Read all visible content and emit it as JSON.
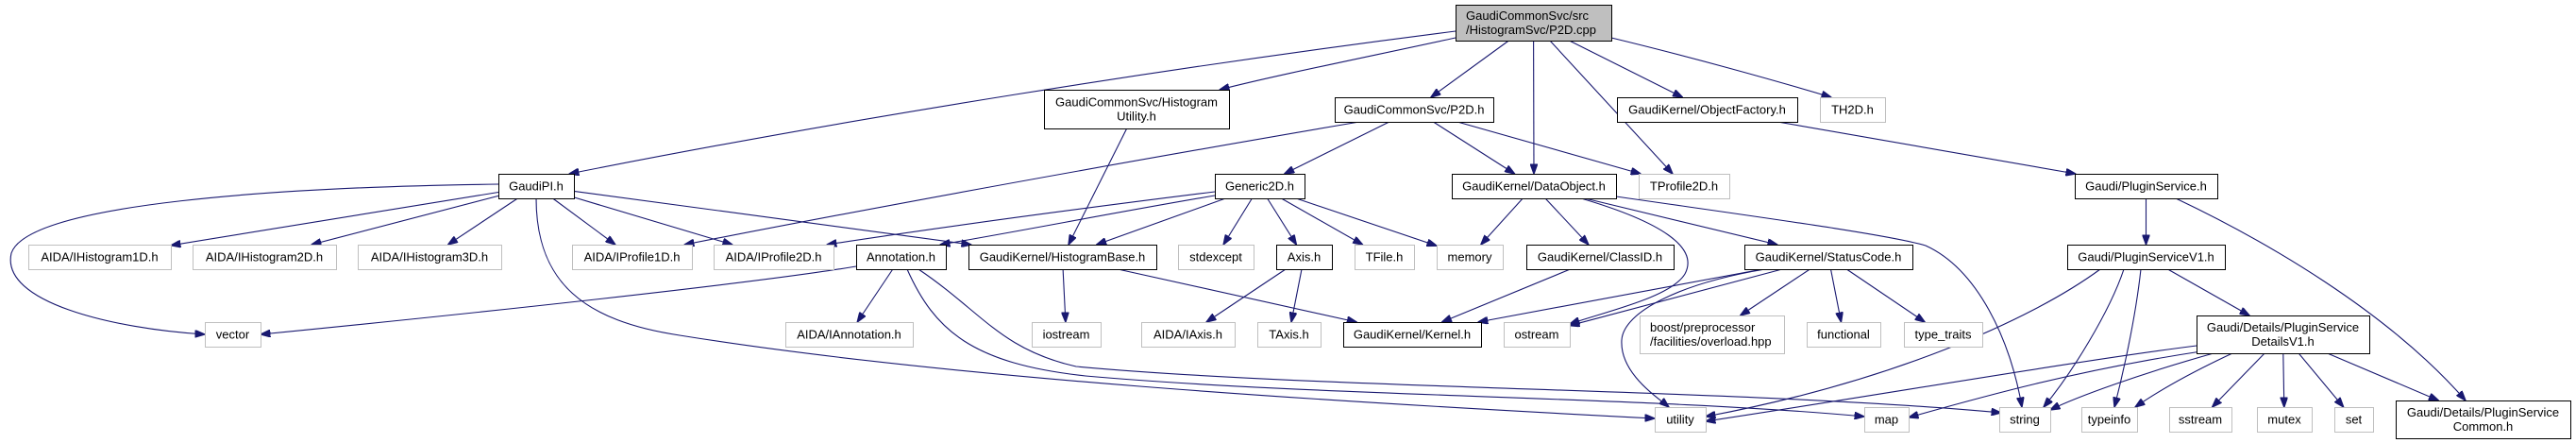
{
  "diagram": {
    "colors": {
      "background": "#ffffff",
      "edge": "#191970",
      "root_fill": "#bfbfbf",
      "node_fill": "#ffffff",
      "documented_border": "#000000",
      "external_border": "#bfbfbf",
      "text": "#000000"
    },
    "nodes": [
      {
        "lines": [
          "GaudiCommonSvc/src",
          "/HistogramSvc/P2D.cpp"
        ],
        "kind": "root"
      },
      {
        "lines": [
          "GaudiCommonSvc/Histogram",
          "Utility.h"
        ],
        "kind": "documented"
      },
      {
        "lines": [
          "GaudiCommonSvc/P2D.h"
        ],
        "kind": "documented"
      },
      {
        "lines": [
          "GaudiKernel/ObjectFactory.h"
        ],
        "kind": "documented"
      },
      {
        "lines": [
          "TH2D.h"
        ],
        "kind": "external"
      },
      {
        "lines": [
          "GaudiPI.h"
        ],
        "kind": "documented"
      },
      {
        "lines": [
          "Generic2D.h"
        ],
        "kind": "documented"
      },
      {
        "lines": [
          "GaudiKernel/DataObject.h"
        ],
        "kind": "documented"
      },
      {
        "lines": [
          "TProfile2D.h"
        ],
        "kind": "external"
      },
      {
        "lines": [
          "Gaudi/PluginService.h"
        ],
        "kind": "documented"
      },
      {
        "lines": [
          "AIDA/IHistogram1D.h"
        ],
        "kind": "external"
      },
      {
        "lines": [
          "AIDA/IHistogram2D.h"
        ],
        "kind": "external"
      },
      {
        "lines": [
          "AIDA/IHistogram3D.h"
        ],
        "kind": "external"
      },
      {
        "lines": [
          "AIDA/IProfile1D.h"
        ],
        "kind": "external"
      },
      {
        "lines": [
          "AIDA/IProfile2D.h"
        ],
        "kind": "external"
      },
      {
        "lines": [
          "Annotation.h"
        ],
        "kind": "documented"
      },
      {
        "lines": [
          "GaudiKernel/HistogramBase.h"
        ],
        "kind": "documented"
      },
      {
        "lines": [
          "stdexcept"
        ],
        "kind": "external"
      },
      {
        "lines": [
          "Axis.h"
        ],
        "kind": "documented"
      },
      {
        "lines": [
          "TFile.h"
        ],
        "kind": "external"
      },
      {
        "lines": [
          "memory"
        ],
        "kind": "external"
      },
      {
        "lines": [
          "GaudiKernel/ClassID.h"
        ],
        "kind": "documented"
      },
      {
        "lines": [
          "GaudiKernel/StatusCode.h"
        ],
        "kind": "documented"
      },
      {
        "lines": [
          "Gaudi/PluginServiceV1.h"
        ],
        "kind": "documented"
      },
      {
        "lines": [
          "vector"
        ],
        "kind": "external"
      },
      {
        "lines": [
          "AIDA/IAnnotation.h"
        ],
        "kind": "external"
      },
      {
        "lines": [
          "iostream"
        ],
        "kind": "external"
      },
      {
        "lines": [
          "AIDA/IAxis.h"
        ],
        "kind": "external"
      },
      {
        "lines": [
          "TAxis.h"
        ],
        "kind": "external"
      },
      {
        "lines": [
          "GaudiKernel/Kernel.h"
        ],
        "kind": "documented"
      },
      {
        "lines": [
          "ostream"
        ],
        "kind": "external"
      },
      {
        "lines": [
          "boost/preprocessor",
          "/facilities/overload.hpp"
        ],
        "kind": "external"
      },
      {
        "lines": [
          "functional"
        ],
        "kind": "external"
      },
      {
        "lines": [
          "type_traits"
        ],
        "kind": "external"
      },
      {
        "lines": [
          "Gaudi/Details/PluginService",
          "DetailsV1.h"
        ],
        "kind": "documented"
      },
      {
        "lines": [
          "utility"
        ],
        "kind": "external"
      },
      {
        "lines": [
          "map"
        ],
        "kind": "external"
      },
      {
        "lines": [
          "string"
        ],
        "kind": "external"
      },
      {
        "lines": [
          "typeinfo"
        ],
        "kind": "external"
      },
      {
        "lines": [
          "sstream"
        ],
        "kind": "external"
      },
      {
        "lines": [
          "mutex"
        ],
        "kind": "external"
      },
      {
        "lines": [
          "set"
        ],
        "kind": "external"
      },
      {
        "lines": [
          "Gaudi/Details/PluginService",
          "Common.h"
        ],
        "kind": "documented"
      }
    ],
    "edges": [
      {
        "from": "GaudiCommonSvc/src/HistogramSvc/P2D.cpp",
        "to": "GaudiPI.h"
      },
      {
        "from": "GaudiCommonSvc/src/HistogramSvc/P2D.cpp",
        "to": "GaudiCommonSvc/HistogramUtility.h"
      },
      {
        "from": "GaudiCommonSvc/src/HistogramSvc/P2D.cpp",
        "to": "GaudiCommonSvc/P2D.h"
      },
      {
        "from": "GaudiCommonSvc/src/HistogramSvc/P2D.cpp",
        "to": "GaudiKernel/DataObject.h"
      },
      {
        "from": "GaudiCommonSvc/src/HistogramSvc/P2D.cpp",
        "to": "TProfile2D.h"
      },
      {
        "from": "GaudiCommonSvc/src/HistogramSvc/P2D.cpp",
        "to": "GaudiKernel/ObjectFactory.h"
      },
      {
        "from": "GaudiCommonSvc/src/HistogramSvc/P2D.cpp",
        "to": "TH2D.h"
      },
      {
        "from": "GaudiCommonSvc/HistogramUtility.h",
        "to": "GaudiKernel/HistogramBase.h"
      },
      {
        "from": "GaudiCommonSvc/P2D.h",
        "to": "AIDA/IProfile1D.h"
      },
      {
        "from": "GaudiCommonSvc/P2D.h",
        "to": "Generic2D.h"
      },
      {
        "from": "GaudiCommonSvc/P2D.h",
        "to": "GaudiKernel/DataObject.h"
      },
      {
        "from": "GaudiCommonSvc/P2D.h",
        "to": "TProfile2D.h"
      },
      {
        "from": "GaudiKernel/ObjectFactory.h",
        "to": "Gaudi/PluginService.h"
      },
      {
        "from": "GaudiPI.h",
        "to": "vector"
      },
      {
        "from": "GaudiPI.h",
        "to": "AIDA/IHistogram1D.h"
      },
      {
        "from": "GaudiPI.h",
        "to": "AIDA/IHistogram2D.h"
      },
      {
        "from": "GaudiPI.h",
        "to": "AIDA/IHistogram3D.h"
      },
      {
        "from": "GaudiPI.h",
        "to": "AIDA/IProfile1D.h"
      },
      {
        "from": "GaudiPI.h",
        "to": "AIDA/IProfile2D.h"
      },
      {
        "from": "GaudiPI.h",
        "to": "GaudiKernel/HistogramBase.h"
      },
      {
        "from": "GaudiPI.h",
        "to": "utility"
      },
      {
        "from": "Generic2D.h",
        "to": "AIDA/IProfile2D.h"
      },
      {
        "from": "Generic2D.h",
        "to": "Annotation.h"
      },
      {
        "from": "Generic2D.h",
        "to": "GaudiKernel/HistogramBase.h"
      },
      {
        "from": "Generic2D.h",
        "to": "stdexcept"
      },
      {
        "from": "Generic2D.h",
        "to": "Axis.h"
      },
      {
        "from": "Generic2D.h",
        "to": "TFile.h"
      },
      {
        "from": "Generic2D.h",
        "to": "memory"
      },
      {
        "from": "GaudiKernel/DataObject.h",
        "to": "memory"
      },
      {
        "from": "GaudiKernel/DataObject.h",
        "to": "GaudiKernel/ClassID.h"
      },
      {
        "from": "GaudiKernel/DataObject.h",
        "to": "GaudiKernel/StatusCode.h"
      },
      {
        "from": "GaudiKernel/DataObject.h",
        "to": "ostream"
      },
      {
        "from": "GaudiKernel/DataObject.h",
        "to": "string"
      },
      {
        "from": "Gaudi/PluginService.h",
        "to": "Gaudi/PluginServiceV1.h"
      },
      {
        "from": "Gaudi/PluginService.h",
        "to": "Gaudi/Details/PluginServiceCommon.h"
      },
      {
        "from": "Annotation.h",
        "to": "vector"
      },
      {
        "from": "Annotation.h",
        "to": "AIDA/IAnnotation.h"
      },
      {
        "from": "Annotation.h",
        "to": "map"
      },
      {
        "from": "Annotation.h",
        "to": "string"
      },
      {
        "from": "GaudiKernel/HistogramBase.h",
        "to": "iostream"
      },
      {
        "from": "GaudiKernel/HistogramBase.h",
        "to": "GaudiKernel/Kernel.h"
      },
      {
        "from": "Axis.h",
        "to": "AIDA/IAxis.h"
      },
      {
        "from": "Axis.h",
        "to": "TAxis.h"
      },
      {
        "from": "GaudiKernel/ClassID.h",
        "to": "GaudiKernel/Kernel.h"
      },
      {
        "from": "GaudiKernel/StatusCode.h",
        "to": "GaudiKernel/Kernel.h"
      },
      {
        "from": "GaudiKernel/StatusCode.h",
        "to": "ostream"
      },
      {
        "from": "GaudiKernel/StatusCode.h",
        "to": "boost/preprocessor/facilities/overload.hpp"
      },
      {
        "from": "GaudiKernel/StatusCode.h",
        "to": "functional"
      },
      {
        "from": "GaudiKernel/StatusCode.h",
        "to": "type_traits"
      },
      {
        "from": "GaudiKernel/StatusCode.h",
        "to": "utility"
      },
      {
        "from": "Gaudi/PluginServiceV1.h",
        "to": "utility"
      },
      {
        "from": "Gaudi/PluginServiceV1.h",
        "to": "string"
      },
      {
        "from": "Gaudi/PluginServiceV1.h",
        "to": "typeinfo"
      },
      {
        "from": "Gaudi/PluginServiceV1.h",
        "to": "Gaudi/Details/PluginServiceDetailsV1.h"
      },
      {
        "from": "Gaudi/Details/PluginServiceDetailsV1.h",
        "to": "utility"
      },
      {
        "from": "Gaudi/Details/PluginServiceDetailsV1.h",
        "to": "map"
      },
      {
        "from": "Gaudi/Details/PluginServiceDetailsV1.h",
        "to": "string"
      },
      {
        "from": "Gaudi/Details/PluginServiceDetailsV1.h",
        "to": "typeinfo"
      },
      {
        "from": "Gaudi/Details/PluginServiceDetailsV1.h",
        "to": "sstream"
      },
      {
        "from": "Gaudi/Details/PluginServiceDetailsV1.h",
        "to": "mutex"
      },
      {
        "from": "Gaudi/Details/PluginServiceDetailsV1.h",
        "to": "set"
      },
      {
        "from": "Gaudi/Details/PluginServiceDetailsV1.h",
        "to": "Gaudi/Details/PluginServiceCommon.h"
      }
    ]
  }
}
